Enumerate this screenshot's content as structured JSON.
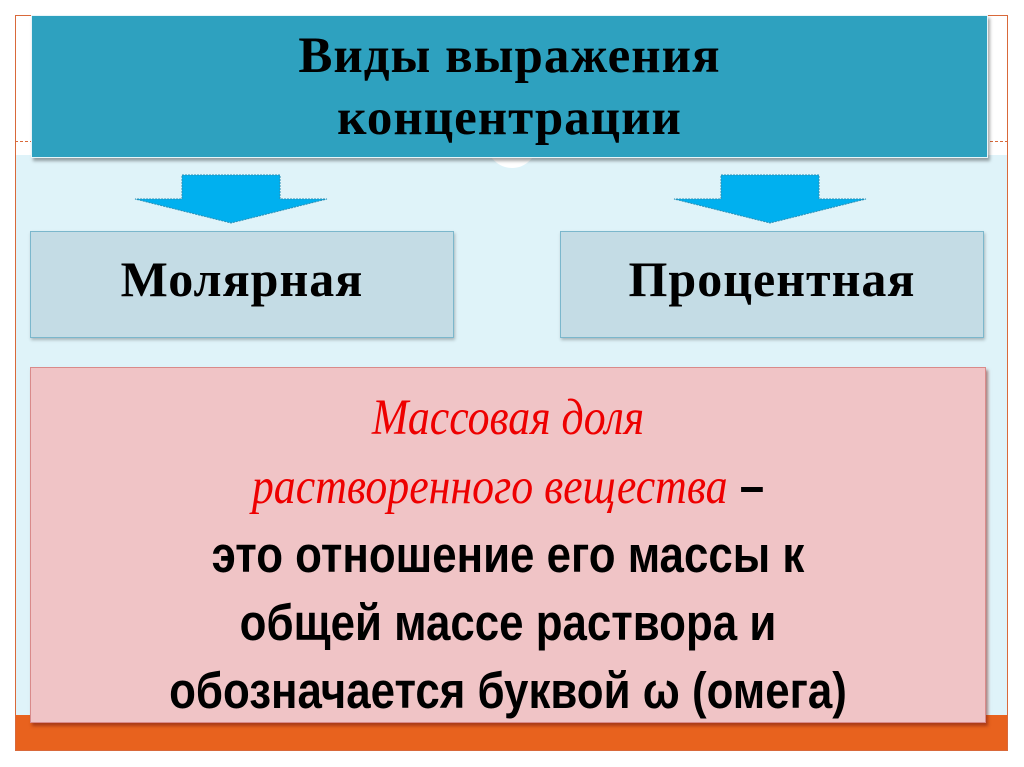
{
  "slide": {
    "title": "Виды выражения концентрации",
    "title_lines": [
      "Виды выражения",
      "концентрации"
    ],
    "types": [
      {
        "label": "Молярная"
      },
      {
        "label": "Процентная"
      }
    ],
    "definition": {
      "term_lines": [
        "Массовая доля",
        "растворенного вещества"
      ],
      "dash": " –",
      "body_lines": [
        "это отношение его массы к",
        "общей массе раствора и",
        "обозначается буквой ω (омега)"
      ]
    },
    "colors": {
      "title_bg": "#2ea1bf",
      "content_bg": "#dff3f9",
      "type_box_bg": "#c4dce5",
      "definition_bg": "#f0c4c6",
      "term_color": "#ee0000",
      "arrow_color": "#00b0ef",
      "footer_bar": "#e8621e",
      "frame_border": "#d9693a"
    }
  }
}
